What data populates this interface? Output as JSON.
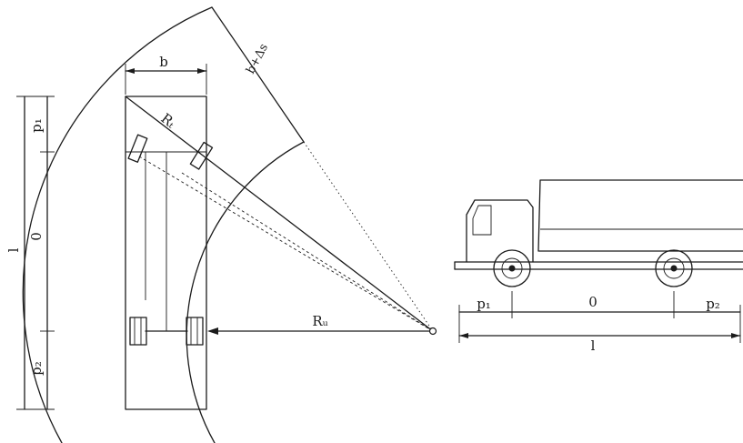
{
  "labels": {
    "b": "b",
    "b_delta_s": "b+Δs",
    "r_t": "Rₜ",
    "r_u": "Rᵤ",
    "p1_left": "p₁",
    "o_left": "0",
    "l_left": "l",
    "p2_left": "p₂",
    "p1_right": "p₁",
    "o_right": "0",
    "p2_right": "p₂",
    "l_right": "l"
  }
}
